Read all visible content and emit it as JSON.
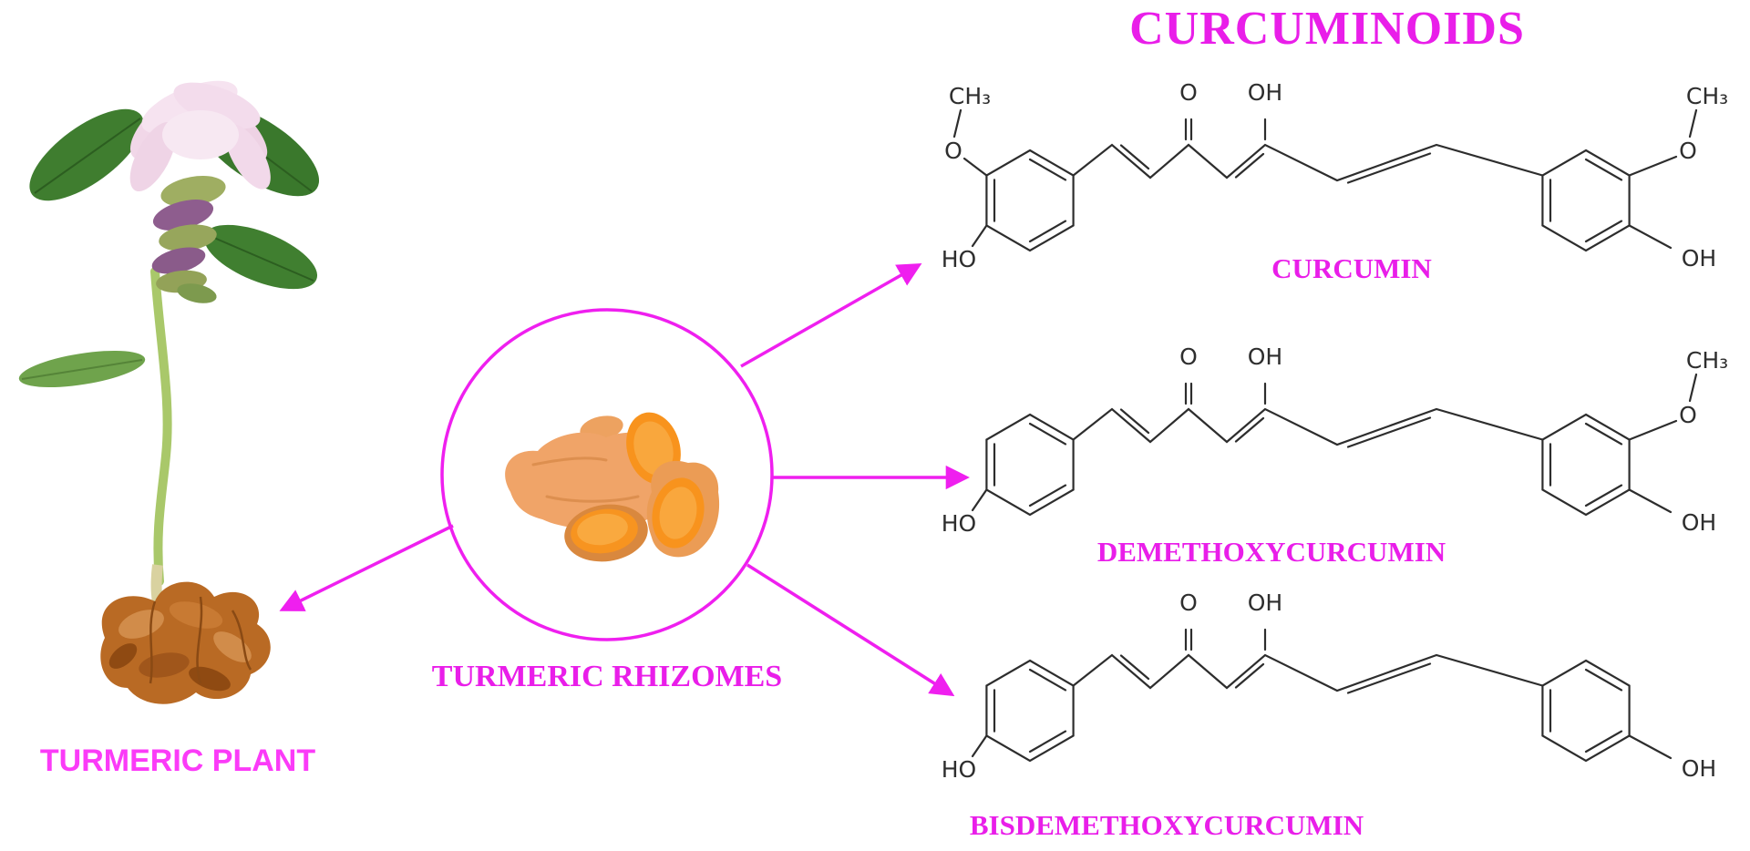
{
  "title": "CURCUMINOIDS",
  "plant": {
    "label": "TURMERIC PLANT"
  },
  "rhizomes": {
    "label": "TURMERIC RHIZOMES"
  },
  "molecules": {
    "curcumin": {
      "name": "CURCUMIN",
      "left_ch3": "CH₃",
      "left_o": "O",
      "left_ho": "HO",
      "ketone_o": "O",
      "enol_oh": "OH",
      "right_ch3": "CH₃",
      "right_o": "O",
      "right_oh": "OH"
    },
    "demethoxycurcumin": {
      "name": "DEMETHOXYCURCUMIN",
      "left_ho": "HO",
      "ketone_o": "O",
      "enol_oh": "OH",
      "right_ch3": "CH₃",
      "right_o": "O",
      "right_oh": "OH"
    },
    "bisdemethoxycurcumin": {
      "name": "BISDEMETHOXYCURCUMIN",
      "left_ho": "HO",
      "ketone_o": "O",
      "enol_oh": "OH",
      "right_oh": "OH"
    }
  },
  "colors": {
    "magenta_text": "#e91ee9",
    "plant_label_pink": "#fb3bf8",
    "arrow_magenta": "#ef1fef",
    "bond_gray": "#2d2d2d",
    "rhizome_orange": "#f8931d",
    "rhizome_tan": "#f0a468"
  }
}
